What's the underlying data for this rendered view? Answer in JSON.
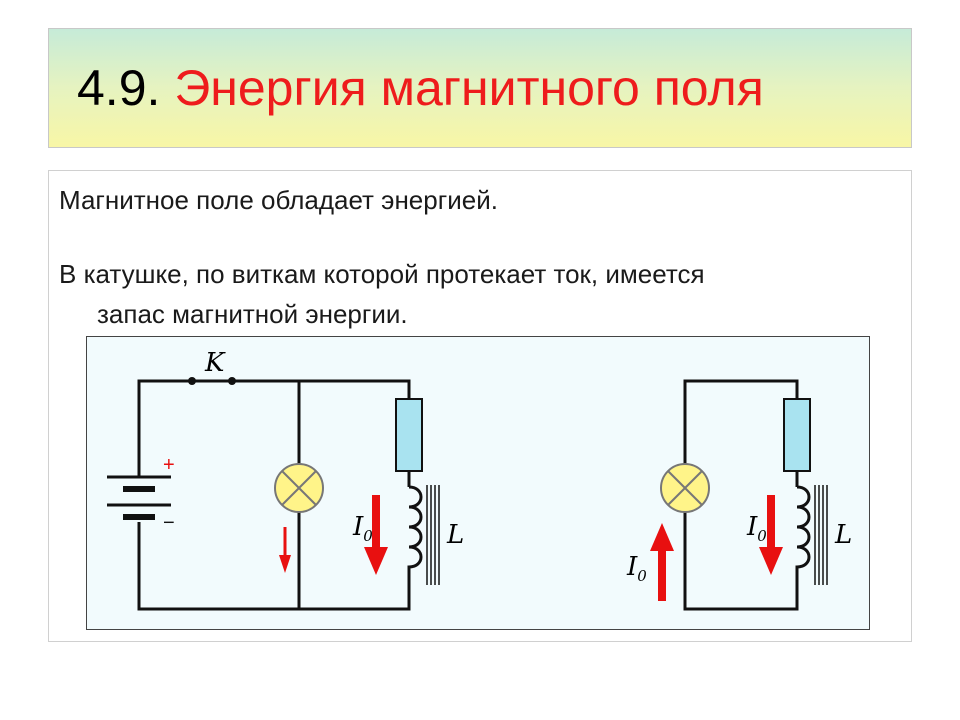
{
  "title": {
    "number": "4.9.",
    "text": "Энергия магнитного поля",
    "accent_color": "#ee1c1c"
  },
  "content": {
    "paragraph1": "Магнитное поле обладает энергией.",
    "paragraph2_line1": "В катушке, по виткам которой протекает ток, имеется",
    "paragraph2_line2": "запас магнитной энергии."
  },
  "diagram": {
    "switch_label": "K",
    "plus_sign": "+",
    "minus_sign": "−",
    "current_symbol": "I",
    "current_subscript": "0",
    "inductance_label": "L",
    "colors": {
      "wire": "#111111",
      "resistor": "#a9e3f0",
      "lamp": "#fff489",
      "arrow": "#e81010",
      "background": "#f2fbfd"
    }
  }
}
